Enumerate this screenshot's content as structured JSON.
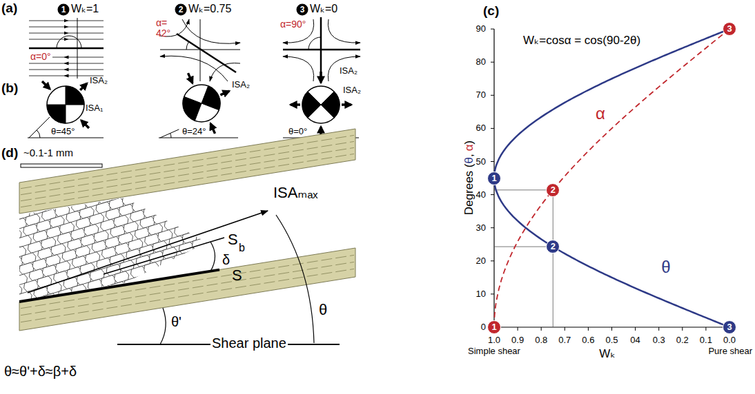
{
  "diagram": {
    "labels": [
      "(a)",
      "1",
      "Wₖ=1",
      "2",
      "Wₖ=0.75",
      "3",
      "Wₖ=0",
      "α=0°",
      "α= 42°",
      "α=90°",
      "ISA₂",
      "(b)",
      "ISA₂",
      "ISA₁",
      "θ=45°",
      "ISA₂",
      "θ=24°",
      "ISA₂",
      "θ=0°",
      "(c)",
      "Wₖ=cosα = cos(90-2θ)",
      "0",
      "10",
      "20",
      "30",
      "40",
      "50",
      "60",
      "70",
      "80",
      "90",
      "1.0",
      "0.9",
      "0.8",
      "0.7",
      "0.6",
      "0.5",
      "04",
      "0.3",
      "0.2",
      "0.1",
      "0.0",
      "Simple shear",
      "Pure shear",
      "Wₖ",
      "Degrees (",
      "θ",
      ",",
      "α",
      ")",
      "α",
      "θ",
      "1",
      "2",
      "3",
      "1",
      "2",
      "3",
      "(d)",
      "~0.1-1 mm",
      "ISAₘₐₓ",
      "S",
      "b",
      "δ",
      "S",
      "θ'",
      "θ",
      "Shear plane",
      "θ≈θ'+δ≈β+δ"
    ]
  }
}
